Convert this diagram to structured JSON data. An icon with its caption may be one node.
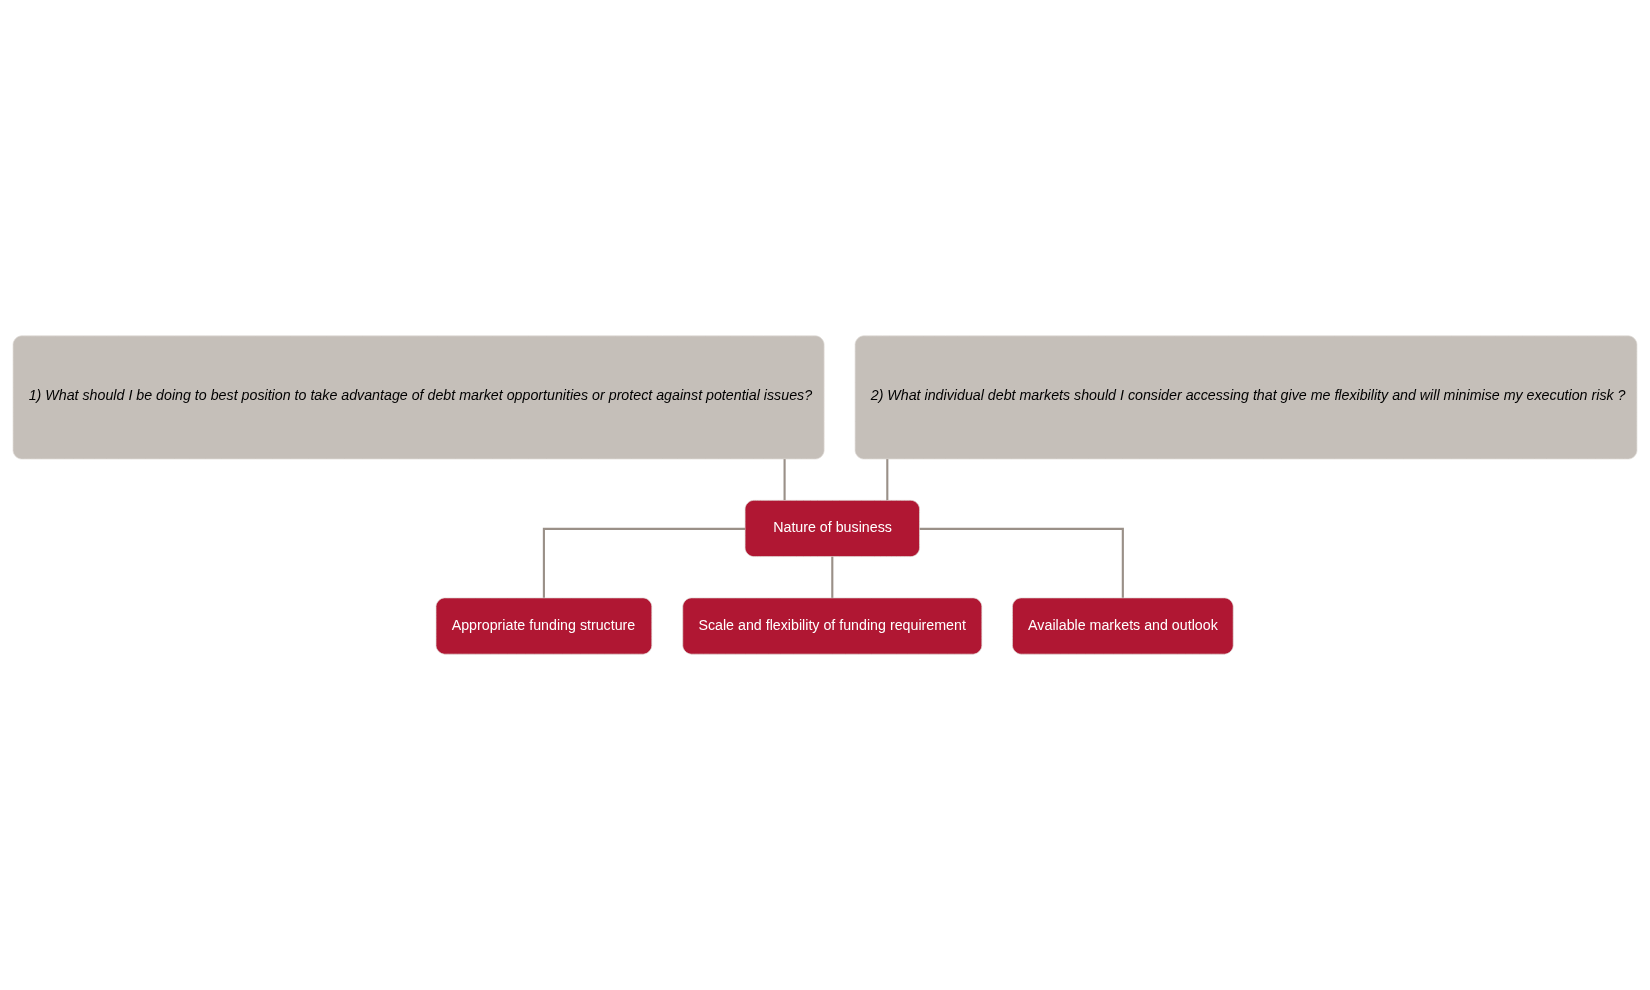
{
  "diagram": {
    "nodes": [
      {
        "text": [
          "1) What should I be doing to best position to take advantage of debt market opportunities or protect against potential issues?"
        ]
      },
      {
        "text": [
          "2) What individual debt markets should I consider accessing that give me flexibility and will minimise my execution risk ?"
        ]
      },
      {
        "text": [
          "Nature of business"
        ]
      },
      {
        "text": [
          "Appropriate funding structure"
        ]
      },
      {
        "text": [
          "Scale and flexibility of funding requirement"
        ]
      },
      {
        "text": [
          "Available markets and outlook"
        ]
      }
    ],
    "edges": [
      {
        "from": 0,
        "to": 2,
        "arrow": "none"
      },
      {
        "from": 1,
        "to": 2,
        "arrow": "none"
      },
      {
        "from": 2,
        "to": 3,
        "arrow": "none"
      },
      {
        "from": 2,
        "to": 4,
        "arrow": "none"
      },
      {
        "from": 2,
        "to": 5,
        "arrow": "none"
      }
    ]
  }
}
